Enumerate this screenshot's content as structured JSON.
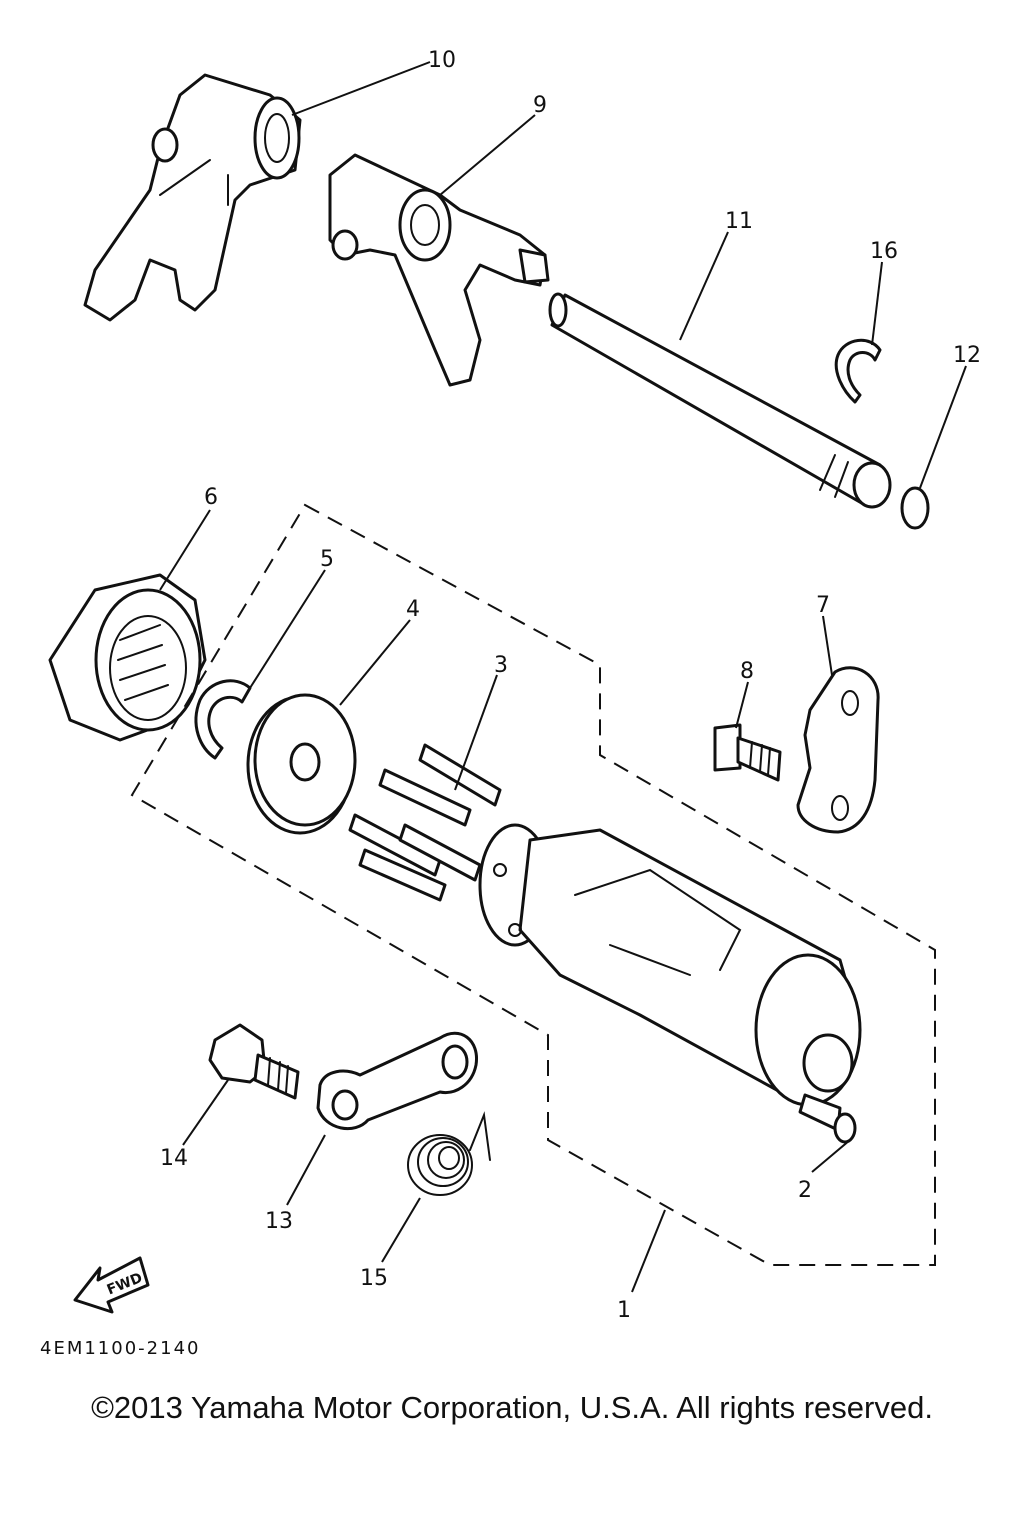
{
  "diagram": {
    "callouts": [
      "10",
      "9",
      "11",
      "16",
      "12",
      "6",
      "5",
      "4",
      "3",
      "7",
      "8",
      "14",
      "13",
      "15",
      "1",
      "2"
    ],
    "direction_label": "FWD",
    "part_code": "4EM1100-2140",
    "copyright": "©2013 Yamaha Motor Corporation, U.S.A. All rights reserved."
  }
}
